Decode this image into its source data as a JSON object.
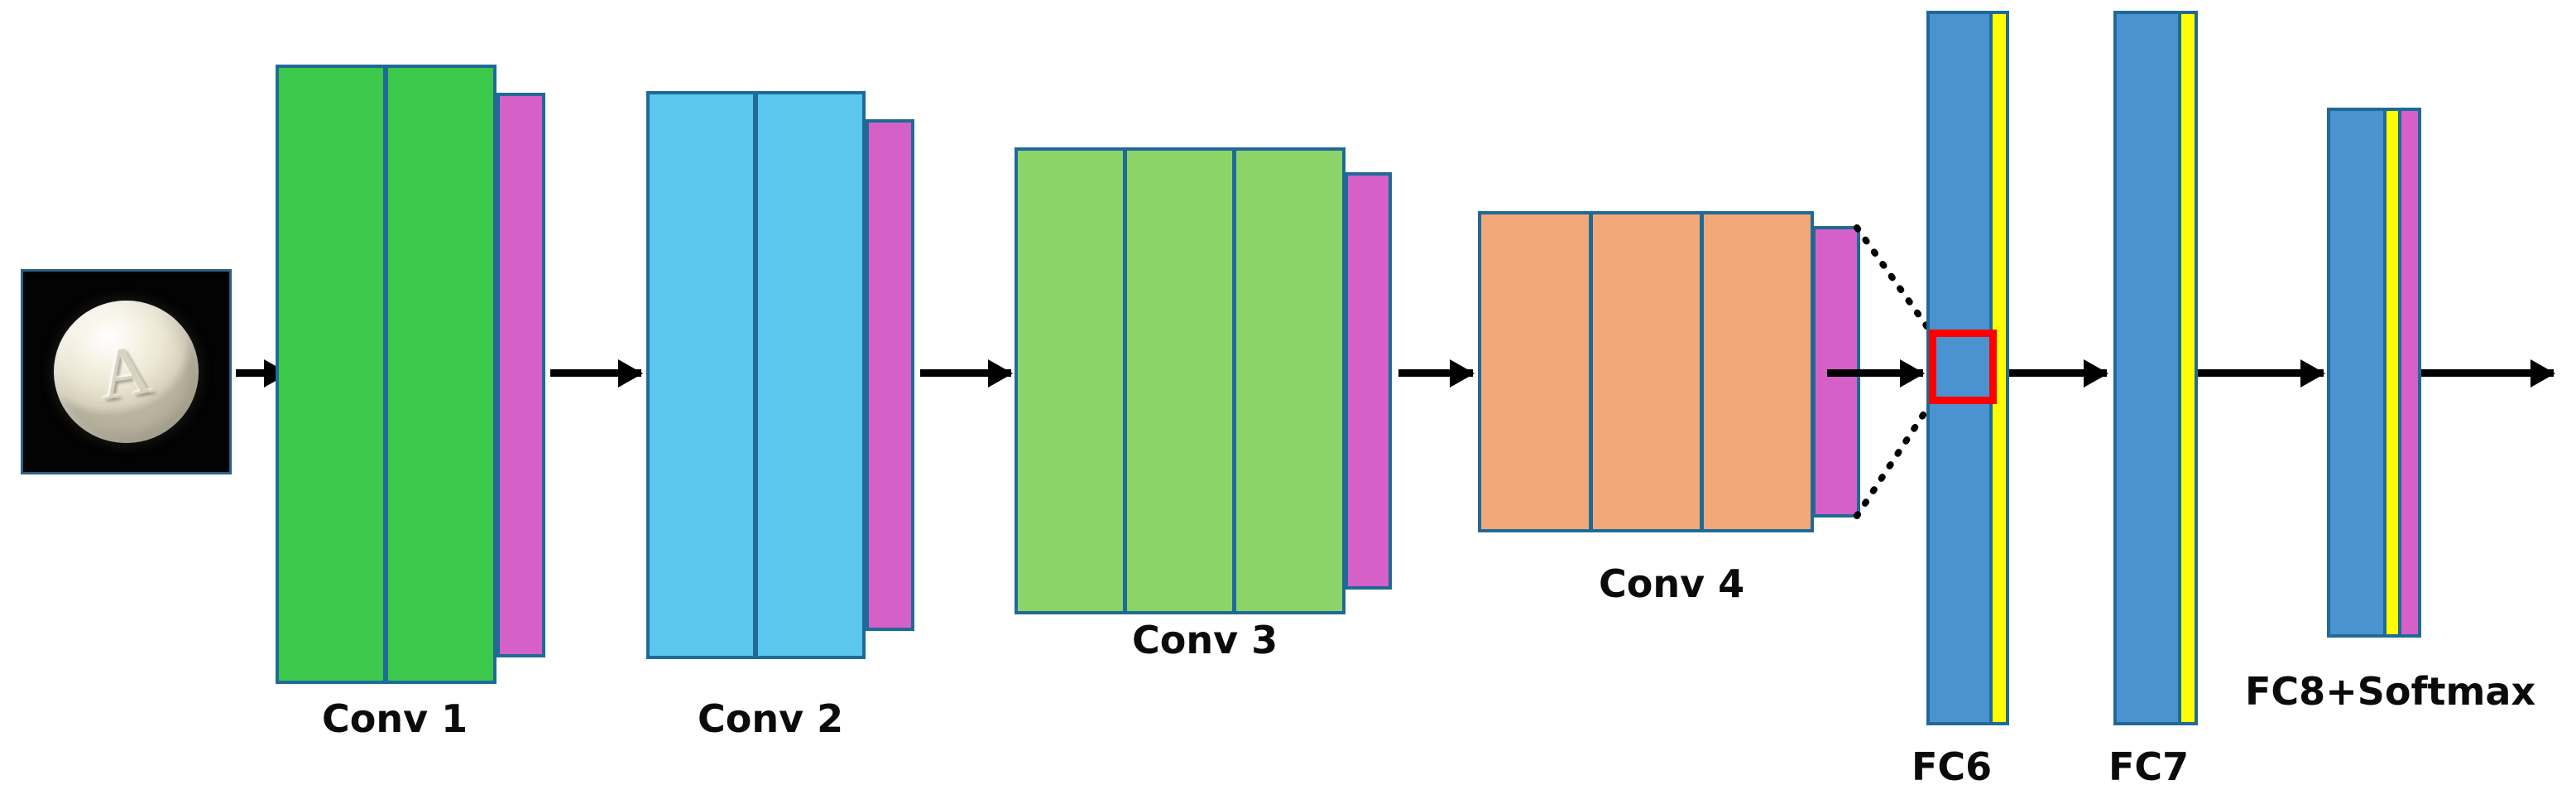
{
  "figure": {
    "title": "Convolutional neural network architecture",
    "background_color": "#FFFFFF",
    "stroke_color": "#1F6A96",
    "arrow_color": "#000000",
    "highlight_color": "#FF0000"
  },
  "input": {
    "name": "input-image",
    "description": "Photograph of a round white pill imprinted with the letter A on a black background",
    "imprint_letter": "A",
    "background_color": "#030303",
    "pill_color": "#F2EEDF"
  },
  "layers": [
    {
      "id": "conv1",
      "label": "Conv 1",
      "type": "convolution",
      "panel_count": 2,
      "panel_color": "#3CC84B",
      "pool_color": "#D561C8",
      "has_pool": true
    },
    {
      "id": "conv2",
      "label": "Conv 2",
      "type": "convolution",
      "panel_count": 2,
      "panel_color": "#5BC6EE",
      "pool_color": "#D561C8",
      "has_pool": true
    },
    {
      "id": "conv3",
      "label": "Conv 3",
      "type": "convolution",
      "panel_count": 3,
      "panel_color": "#8CD468",
      "pool_color": "#D561C8",
      "has_pool": true
    },
    {
      "id": "conv4",
      "label": "Conv 4",
      "type": "convolution",
      "panel_count": 3,
      "panel_color": "#F2A878",
      "pool_color": "#D561C8",
      "has_pool": true
    },
    {
      "id": "fc6",
      "label": "FC6",
      "type": "fully-connected",
      "panel_color": "#4B92D0",
      "accent_color": "#FFFF00",
      "highlighted": true
    },
    {
      "id": "fc7",
      "label": "FC7",
      "type": "fully-connected",
      "panel_color": "#4B92D0",
      "accent_color": "#FFFF00",
      "highlighted": false
    },
    {
      "id": "fc8",
      "label": "FC8+Softmax",
      "type": "fully-connected-output",
      "panel_color": "#4B92D0",
      "accent_color": "#FFFF00",
      "softmax_color": "#D561C8",
      "highlighted": false
    }
  ],
  "annotations": {
    "highlight_note": "red-roi-box-on-fc6",
    "connector_style": "dotted"
  }
}
